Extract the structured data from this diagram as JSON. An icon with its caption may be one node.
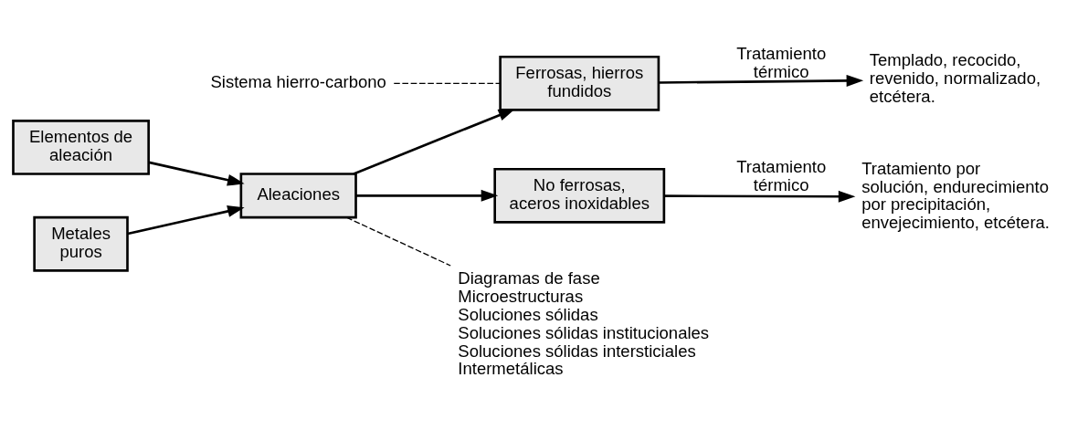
{
  "diagram": {
    "nodes": [
      {
        "text": [
          "Elementos de aleación"
        ]
      },
      {
        "text": [
          "Metales puros"
        ]
      },
      {
        "text": [
          "Aleaciones"
        ]
      },
      {
        "text": [
          "Ferrosas, hierros fundidos"
        ]
      },
      {
        "text": [
          "No ferrosas, aceros inoxidables"
        ]
      },
      {
        "text": [
          "Sistema hierro-carbono"
        ]
      },
      {
        "text": [
          "Diagramas de fase",
          "Microestructuras",
          "Soluciones sólidas",
          "Soluciones sólidas institucionales",
          "Soluciones sólidas intersticiales",
          "Intermetálicas"
        ]
      },
      {
        "text": [
          "Templado, recocido, revenido, normalizado, etcétera."
        ]
      },
      {
        "text": [
          "Tratamiento por solución, endurecimiento por precipitación, envejecimiento, etcétera."
        ]
      }
    ],
    "edges": [
      {
        "from": 0,
        "to": 2,
        "arrow": "to"
      },
      {
        "from": 1,
        "to": 2,
        "arrow": "to"
      },
      {
        "from": 2,
        "to": 3,
        "arrow": "to"
      },
      {
        "from": 2,
        "to": 4,
        "arrow": "to"
      },
      {
        "from": 5,
        "to": 3,
        "arrow": "none",
        "style": "dashed"
      },
      {
        "from": 2,
        "to": 6,
        "arrow": "none",
        "style": "dashed"
      },
      {
        "from": 3,
        "to": 7,
        "arrow": "to",
        "label": "Tratamiento térmico"
      },
      {
        "from": 4,
        "to": 8,
        "arrow": "to",
        "label": "Tratamiento térmico"
      }
    ]
  }
}
